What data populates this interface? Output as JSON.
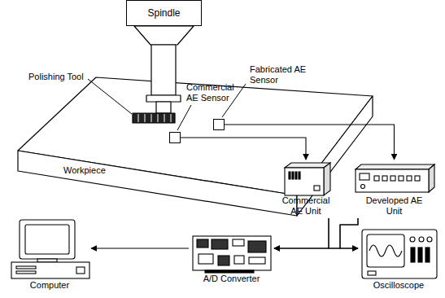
{
  "diagram": {
    "nodes": [
      {
        "text": [
          "Spindle"
        ]
      },
      {
        "text": [
          "Workpiece"
        ]
      },
      {
        "text": [
          "Commercial AE Sensor"
        ],
        "in": 1
      },
      {
        "text": [
          "Fabricated AE Sensor"
        ],
        "in": 1
      },
      {
        "text": [
          "Commercial AE Unit"
        ]
      },
      {
        "text": [
          "Developed AE Unit"
        ]
      },
      {
        "text": [
          "Oscilloscope"
        ]
      },
      {
        "text": [
          "A/D Converter"
        ]
      },
      {
        "text": [
          "Computer"
        ]
      }
    ],
    "edges": [
      {
        "from": 2,
        "to": 4,
        "arrow": "to"
      },
      {
        "from": 3,
        "to": 5,
        "arrow": "to"
      },
      {
        "from": 4,
        "to": 7,
        "arrow": "to"
      },
      {
        "from": 4,
        "to": 6,
        "arrow": "to"
      },
      {
        "from": 5,
        "to": 7,
        "arrow": "to"
      },
      {
        "from": 5,
        "to": 6,
        "arrow": "to"
      },
      {
        "from": 7,
        "to": 8,
        "arrow": "to"
      }
    ],
    "labels": [
      "Polishing Tool"
    ]
  }
}
